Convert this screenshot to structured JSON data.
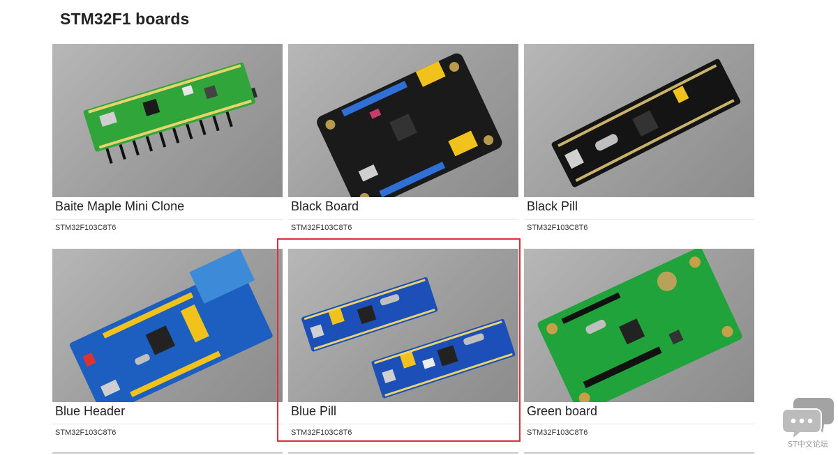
{
  "page": {
    "title": "STM32F1 boards"
  },
  "boards": [
    {
      "name": "Baite Maple Mini Clone",
      "chip": "STM32F103C8T6",
      "pcb_color": "#2fa53a"
    },
    {
      "name": "Black Board",
      "chip": "STM32F103C8T6",
      "pcb_color": "#1b1b1b"
    },
    {
      "name": "Black Pill",
      "chip": "STM32F103C8T6",
      "pcb_color": "#141414"
    },
    {
      "name": "Blue Header",
      "chip": "STM32F103C8T6",
      "pcb_color": "#1c5fc0"
    },
    {
      "name": "Blue Pill",
      "chip": "STM32F103C8T6",
      "pcb_color": "#1d4fb8"
    },
    {
      "name": "Green board",
      "chip": "STM32F103C8T6",
      "pcb_color": "#1fa33a"
    }
  ],
  "selection": {
    "selected_board": "Blue Pill",
    "color": "#d9303a"
  },
  "forum_widget": {
    "label": "ST中文论坛",
    "icon": "chat-bubbles-icon"
  }
}
